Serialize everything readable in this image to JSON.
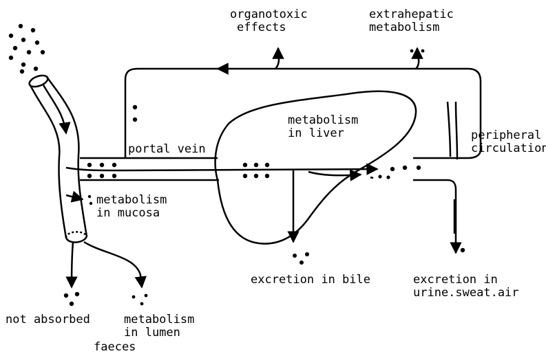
{
  "labels": {
    "organotoxic": [
      "organotoxic",
      "effects"
    ],
    "extrahepatic": [
      "extrahepatic",
      "metabolism"
    ],
    "peripheral": [
      "peripheral",
      "circulation"
    ],
    "portal_vein": "portal vein",
    "metabolism_liver": [
      "metabolism",
      "in liver"
    ],
    "metabolism_mucosa": [
      "metabolism",
      "in mucosa"
    ],
    "excretion_bile": "excretion in bile",
    "excretion_urine": [
      "excretion in",
      "urine.sweat.air"
    ],
    "not_absorbed": "not absorbed",
    "metabolism_lumen": [
      "metabolism",
      "in lumen"
    ],
    "faeces": "faeces"
  },
  "colors": {
    "ink": "#000000",
    "paper": "#ffffff"
  }
}
